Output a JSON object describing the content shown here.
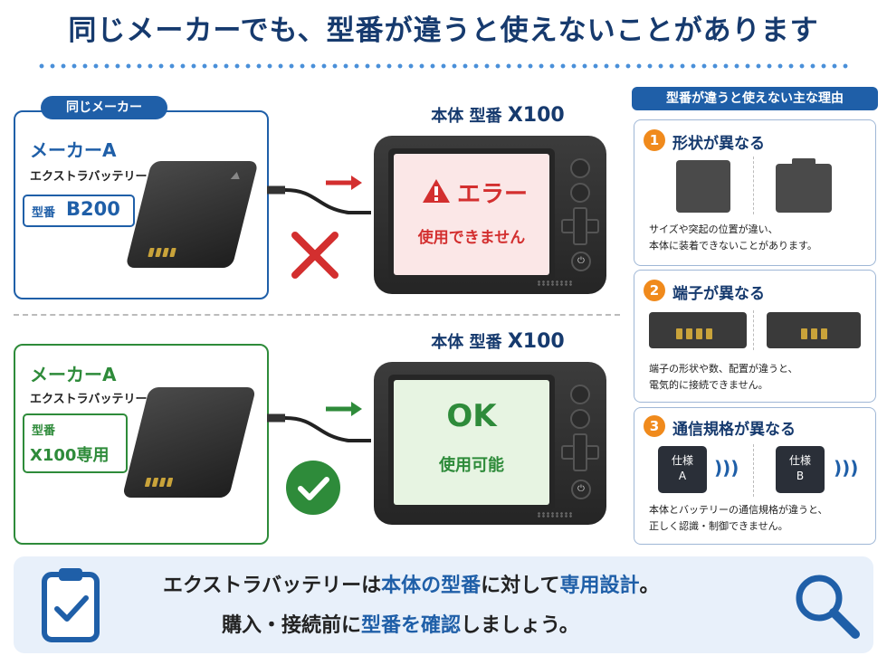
{
  "title": "同じメーカーでも、型番が違うと使えないことがあります",
  "left_panel": {
    "tag": "同じメーカー",
    "top_card": {
      "maker": "メーカーA",
      "product": "エクストラバッテリー",
      "model_prefix": "型番",
      "model": "B200"
    },
    "bottom_card": {
      "maker": "メーカーA",
      "product": "エクストラバッテリー",
      "model_prefix": "型番",
      "model": "X100専用"
    }
  },
  "devices": {
    "top": {
      "label": "本体",
      "model_prefix": "型番",
      "model": "X100",
      "screen_title": "エラー",
      "screen_sub": "使用できません"
    },
    "bottom": {
      "label": "本体",
      "model_prefix": "型番",
      "model": "X100",
      "screen_title": "OK",
      "screen_sub": "使用可能"
    }
  },
  "reasons": {
    "header": "型番が違うと使えない主な理由",
    "items": [
      {
        "num": "1",
        "title": "形状が異なる",
        "desc1": "サイズや突起の位置が違い、",
        "desc2": "本体に装着できないことがあります。"
      },
      {
        "num": "2",
        "title": "端子が異なる",
        "desc1": "端子の形状や数、配置が違うと、",
        "desc2": "電気的に接続できません。"
      },
      {
        "num": "3",
        "title": "通信規格が異なる",
        "desc1": "本体とバッテリーの通信規格が違うと、",
        "desc2": "正しく認識・制御できません。",
        "chip_a": "仕様",
        "chip_a_letter": "A",
        "chip_b": "仕様",
        "chip_b_letter": "B"
      }
    ]
  },
  "bottom": {
    "line1_a": "エクストラバッテリーは",
    "line1_b": "本体の型番",
    "line1_c": "に対して",
    "line1_d": "専用設計",
    "line1_e": "。",
    "line2_a": "購入・接続前に",
    "line2_b": "型番を確認",
    "line2_c": "しましょう。"
  },
  "colors": {
    "navy": "#163a6e",
    "blue": "#1f5fa8",
    "green": "#2e8b3a",
    "red": "#d32f2f",
    "orange": "#f08a1c"
  }
}
